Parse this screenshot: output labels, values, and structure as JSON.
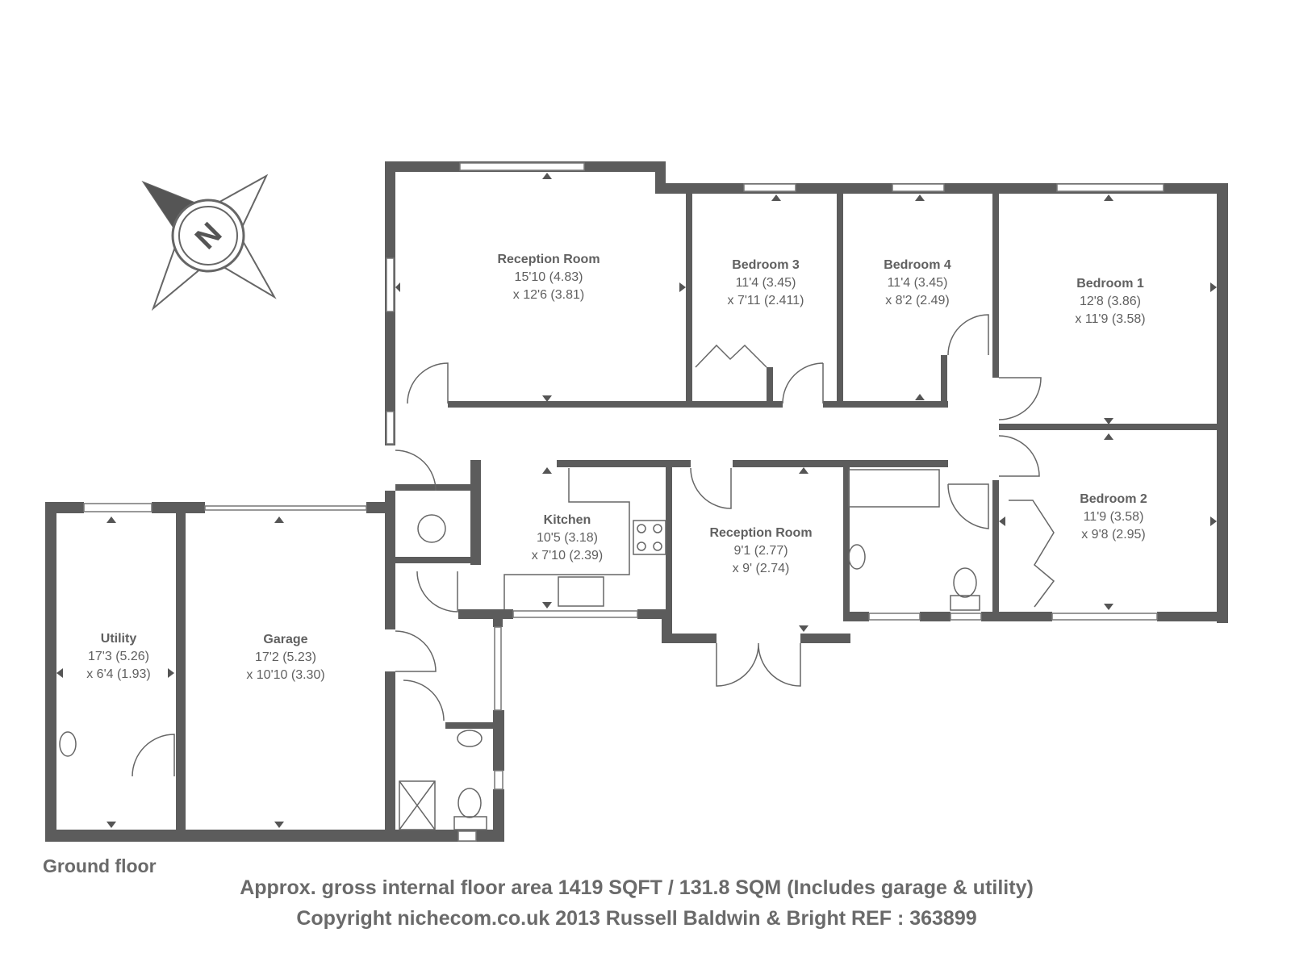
{
  "floor_label": "Ground floor",
  "compass_letter": "N",
  "rooms": {
    "reception_room_1": {
      "name": "Reception Room",
      "dim1": "15'10 (4.83)",
      "dim2": "x 12'6 (3.81)"
    },
    "bedroom_3": {
      "name": "Bedroom 3",
      "dim1": "11'4 (3.45)",
      "dim2": "x 7'11 (2.411)"
    },
    "bedroom_4": {
      "name": "Bedroom 4",
      "dim1": "11'4 (3.45)",
      "dim2": "x 8'2 (2.49)"
    },
    "bedroom_1": {
      "name": "Bedroom 1",
      "dim1": "12'8 (3.86)",
      "dim2": "x 11'9 (3.58)"
    },
    "bedroom_2": {
      "name": "Bedroom 2",
      "dim1": "11'9 (3.58)",
      "dim2": "x 9'8 (2.95)"
    },
    "kitchen": {
      "name": "Kitchen",
      "dim1": "10'5 (3.18)",
      "dim2": "x 7'10  (2.39)"
    },
    "reception_room_2": {
      "name": "Reception Room",
      "dim1": "9'1 (2.77)",
      "dim2": "x 9' (2.74)"
    },
    "utility": {
      "name": "Utility",
      "dim1": "17'3 (5.26)",
      "dim2": "x 6'4 (1.93)"
    },
    "garage": {
      "name": "Garage",
      "dim1": "17'2 (5.23)",
      "dim2": "x 10'10 (3.30)"
    }
  },
  "footer": {
    "area": "Approx. gross internal floor area 1419 SQFT / 131.8 SQM (Includes garage & utility)",
    "copyright": "Copyright nichecom.co.uk 2013 Russell Baldwin & Bright REF : 363899"
  }
}
